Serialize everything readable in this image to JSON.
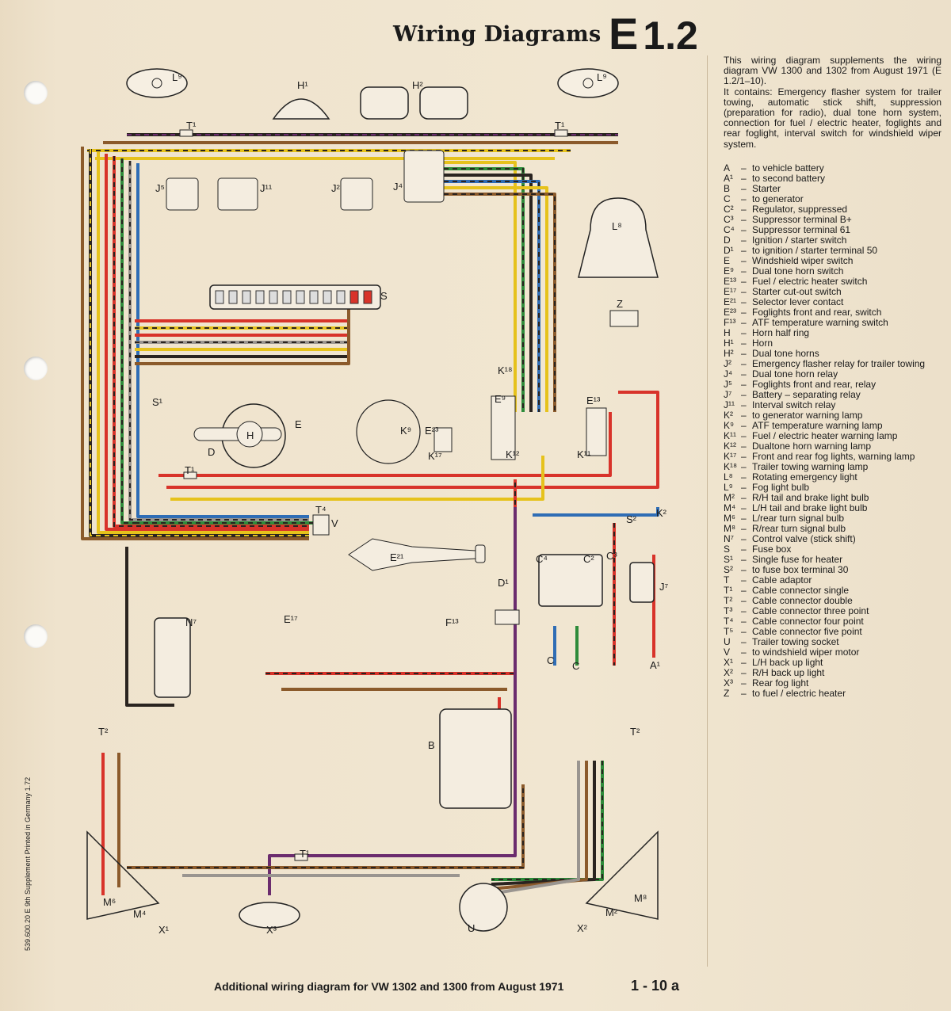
{
  "header": {
    "title": "Wiring Diagrams",
    "code_letter": "E",
    "code_number": "1.2"
  },
  "intro": {
    "p1": "This wiring diagram supplements the wiring diagram VW 1300 and 1302 from August 1971 (E 1.2/1–10).",
    "p2": "It contains: Emergency flasher system for trailer towing, automatic stick shift, suppression (preparation for radio), dual tone horn system, connection for fuel / electric heater, foglights and rear foglight, interval switch for windshield wiper system."
  },
  "legend": [
    {
      "k": "A",
      "d": "to vehicle battery"
    },
    {
      "k": "A¹",
      "d": "to second battery"
    },
    {
      "k": "B",
      "d": "Starter"
    },
    {
      "k": "C",
      "d": "to generator"
    },
    {
      "k": "C²",
      "d": "Regulator, suppressed"
    },
    {
      "k": "C³",
      "d": "Suppressor terminal B+"
    },
    {
      "k": "C⁴",
      "d": "Suppressor terminal 61"
    },
    {
      "k": "D",
      "d": "Ignition / starter switch"
    },
    {
      "k": "D¹",
      "d": "to ignition / starter terminal 50"
    },
    {
      "k": "E",
      "d": "Windshield wiper switch"
    },
    {
      "k": "E⁹",
      "d": "Dual tone horn switch"
    },
    {
      "k": "E¹³",
      "d": "Fuel / electric heater switch"
    },
    {
      "k": "E¹⁷",
      "d": "Starter cut-out switch"
    },
    {
      "k": "E²¹",
      "d": "Selector lever contact"
    },
    {
      "k": "E²³",
      "d": "Foglights front and rear, switch"
    },
    {
      "k": "F¹³",
      "d": "ATF temperature warning switch"
    },
    {
      "k": "H",
      "d": "Horn half ring"
    },
    {
      "k": "H¹",
      "d": "Horn"
    },
    {
      "k": "H²",
      "d": "Dual tone horns"
    },
    {
      "k": "J²",
      "d": "Emergency flasher relay for trailer towing"
    },
    {
      "k": "J⁴",
      "d": "Dual tone horn relay"
    },
    {
      "k": "J⁵",
      "d": "Foglights front and rear, relay"
    },
    {
      "k": "J⁷",
      "d": "Battery – separating relay"
    },
    {
      "k": "J¹¹",
      "d": "Interval switch relay"
    },
    {
      "k": "K²",
      "d": "to generator warning lamp"
    },
    {
      "k": "K⁹",
      "d": "ATF temperature warning lamp"
    },
    {
      "k": "K¹¹",
      "d": "Fuel / electric heater warning lamp"
    },
    {
      "k": "K¹²",
      "d": "Dualtone horn warning lamp"
    },
    {
      "k": "K¹⁷",
      "d": "Front and rear fog lights, warning lamp"
    },
    {
      "k": "K¹⁸",
      "d": "Trailer towing warning lamp"
    },
    {
      "k": "L⁸",
      "d": "Rotating emergency light"
    },
    {
      "k": "L⁹",
      "d": "Fog light bulb"
    },
    {
      "k": "M²",
      "d": "R/H tail and brake light bulb"
    },
    {
      "k": "M⁴",
      "d": "L/H tail and brake light bulb"
    },
    {
      "k": "M⁶",
      "d": "L/rear turn signal bulb"
    },
    {
      "k": "M⁸",
      "d": "R/rear turn signal bulb"
    },
    {
      "k": "N⁷",
      "d": "Control valve (stick shift)"
    },
    {
      "k": "S",
      "d": "Fuse box"
    },
    {
      "k": "S¹",
      "d": "Single fuse for heater"
    },
    {
      "k": "S²",
      "d": "to fuse box terminal 30"
    },
    {
      "k": "T",
      "d": "Cable adaptor"
    },
    {
      "k": "T¹",
      "d": "Cable connector single"
    },
    {
      "k": "T²",
      "d": "Cable connector double"
    },
    {
      "k": "T³",
      "d": "Cable connector three point"
    },
    {
      "k": "T⁴",
      "d": "Cable connector four point"
    },
    {
      "k": "T⁵",
      "d": "Cable connector five point"
    },
    {
      "k": "U",
      "d": "Trailer towing socket"
    },
    {
      "k": "V",
      "d": "to windshield wiper motor"
    },
    {
      "k": "X¹",
      "d": "L/H back up light"
    },
    {
      "k": "X²",
      "d": "R/H back up light"
    },
    {
      "k": "X³",
      "d": "Rear fog light"
    },
    {
      "k": "Z",
      "d": "to fuel / electric heater"
    }
  ],
  "diagram_labels": {
    "l9_left": "L⁹",
    "l9_right": "L⁹",
    "h1": "H¹",
    "h2": "H²",
    "t1_left": "T¹",
    "t1_right": "T¹",
    "j5": "J⁵",
    "j11": "J¹¹",
    "j2": "J²",
    "j4": "J⁴",
    "l8": "L⁸",
    "s": "S",
    "z": "Z",
    "k18": "K¹⁸",
    "e13": "E¹³",
    "k11": "K¹¹",
    "e9": "E⁹",
    "k12": "K¹²",
    "e23": "E²³",
    "k17": "K¹⁷",
    "k9": "K⁹",
    "e": "E",
    "h": "H",
    "d": "D",
    "t1_mid": "T¹",
    "t4": "T⁴",
    "v": "V",
    "s1": "S¹",
    "e21": "E²¹",
    "n7": "N⁷",
    "e17": "E¹⁷",
    "f13": "F¹³",
    "d1": "D¹",
    "b": "B",
    "c4": "C⁴",
    "c2": "C²",
    "c3": "C³",
    "s2": "S²",
    "k2": "K²",
    "j7": "J⁷",
    "c_a": "C",
    "c_b": "C",
    "a1": "A¹",
    "t2_rl": "T²",
    "t2_rr": "T²",
    "t1_rear": "T¹",
    "m6": "M⁶",
    "m4": "M⁴",
    "x1": "X¹",
    "x3": "X³",
    "u": "U",
    "m8": "M⁸",
    "m2": "M²",
    "x2": "X²"
  },
  "footer": {
    "caption": "Additional wiring diagram for VW 1302 and 1300 from August 1971",
    "page": "1 - 10 a"
  },
  "side_note": "539.600.20 E 9th Supplement Printed in Germany 1.72",
  "colors": {
    "paper": "#efe3cd",
    "red": "#d8332a",
    "yellow": "#e6c21c",
    "brown": "#8b5a2b",
    "black": "#2a2420",
    "green": "#2e8b3a",
    "blue": "#2f6db5",
    "grey": "#9a9590",
    "purple": "#6b2c6e"
  }
}
